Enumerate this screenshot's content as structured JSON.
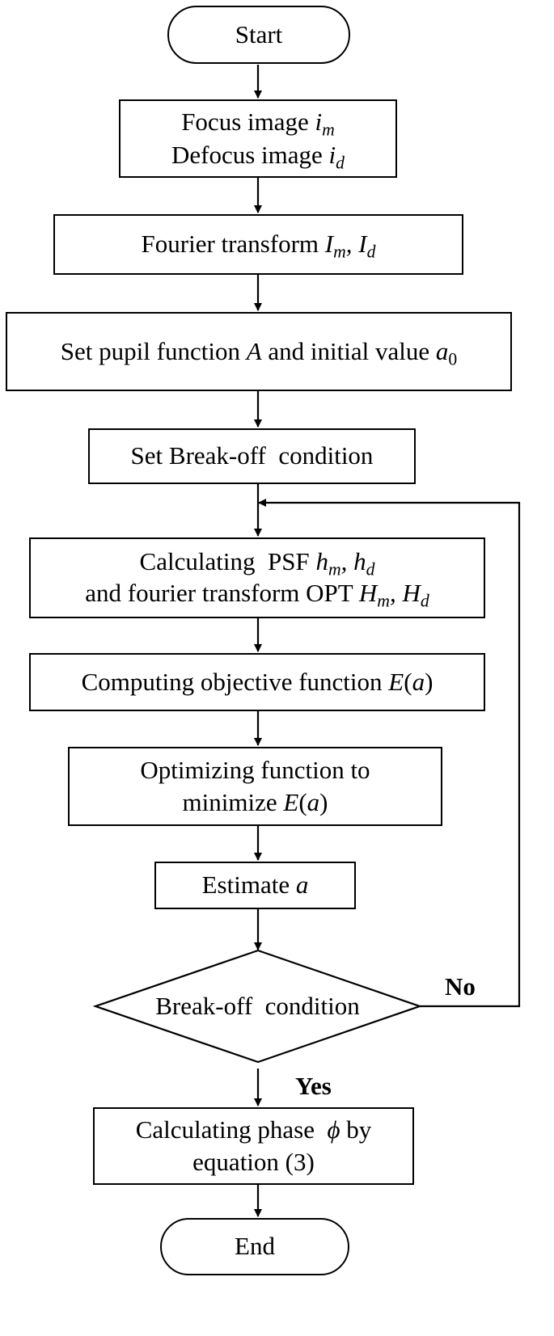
{
  "nodes": {
    "start": "Start",
    "load_focus": "Focus image",
    "load_focus_var": "i",
    "load_focus_sub": "m",
    "load_defocus": "Defocus image",
    "load_defocus_var": "i",
    "load_defocus_sub": "d",
    "fourier_text": "Fourier transform",
    "fourier_var1": "I",
    "fourier_sub1": "m",
    "fourier_var2": "I",
    "fourier_sub2": "d",
    "pupil_text1": "Set pupil function",
    "pupil_var": "A",
    "pupil_text2": "and initial value",
    "pupil_var2": "a",
    "pupil_sub2": "0",
    "breakoff_set": "Set Break-off  condition",
    "psf_text1": "Calculating  PSF",
    "psf_var1": "h",
    "psf_sub1": "m",
    "psf_var2": "h",
    "psf_sub2": "d",
    "opt_text": "and fourier transform OPT",
    "opt_var1": "H",
    "opt_sub1": "m",
    "opt_var2": "H",
    "opt_sub2": "d",
    "objective_text": "Computing objective function",
    "objective_var": "E",
    "objective_arg": "a",
    "optimize_line1": "Optimizing function to",
    "optimize_line2": "minimize",
    "optimize_var": "E",
    "optimize_arg": "a",
    "estimate_text": "Estimate",
    "estimate_var": "a",
    "decision": "Break-off  condition",
    "phase_line1a": "Calculating phase",
    "phase_symbol": "ϕ",
    "phase_line1b": "by",
    "phase_line2": "equation (3)",
    "end": "End"
  },
  "edges": {
    "no_label": "No",
    "yes_label": "Yes"
  }
}
